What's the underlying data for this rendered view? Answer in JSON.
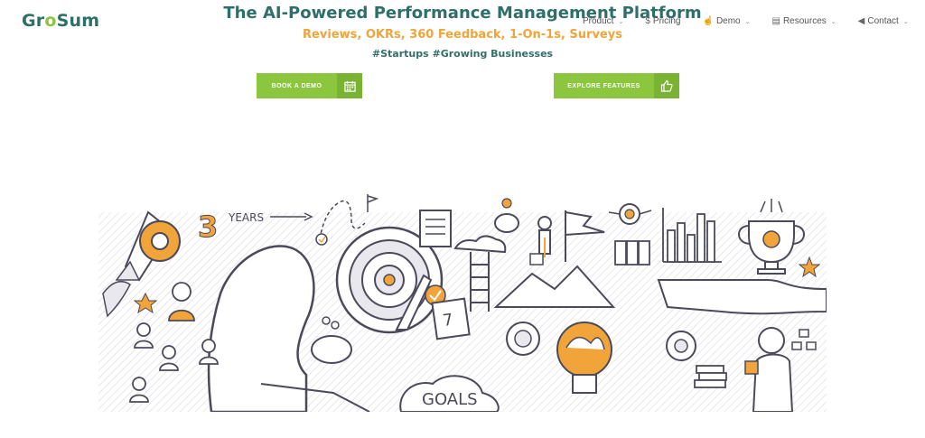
{
  "brand": {
    "logo_prefix": "Gr",
    "logo_o": "o",
    "logo_suffix": "Sum"
  },
  "nav": {
    "items": [
      {
        "label": "Product",
        "icon": "none",
        "has_dropdown": true
      },
      {
        "label": "Pricing",
        "icon": "dollar-icon",
        "glyph": "$",
        "has_dropdown": false
      },
      {
        "label": "Demo",
        "icon": "hand-pointer-icon",
        "glyph": "☝",
        "has_dropdown": true
      },
      {
        "label": "Resources",
        "icon": "book-icon",
        "glyph": "▤",
        "has_dropdown": true
      },
      {
        "label": "Contact",
        "icon": "megaphone-icon",
        "glyph": "◀",
        "has_dropdown": true
      }
    ]
  },
  "hero": {
    "title": "The AI-Powered Performance Management Platform",
    "subtitle": "Reviews, OKRs, 360 Feedback, 1-On-1s, Surveys",
    "tags": "#Startups #Growing Businesses"
  },
  "buttons": {
    "book_demo": "BOOK A DEMO",
    "explore_features": "EXPLORE FEATURES"
  },
  "illustration": {
    "years_number": "3",
    "years_text": "YEARS",
    "calendar_number": "7",
    "goals_text": "GOALS",
    "colors": {
      "accent": "#f0a43a",
      "line": "#4a4a5a",
      "fill": "#e8e8ee",
      "brand_green": "#8cc63f",
      "brand_teal": "#2f6f6a"
    }
  }
}
